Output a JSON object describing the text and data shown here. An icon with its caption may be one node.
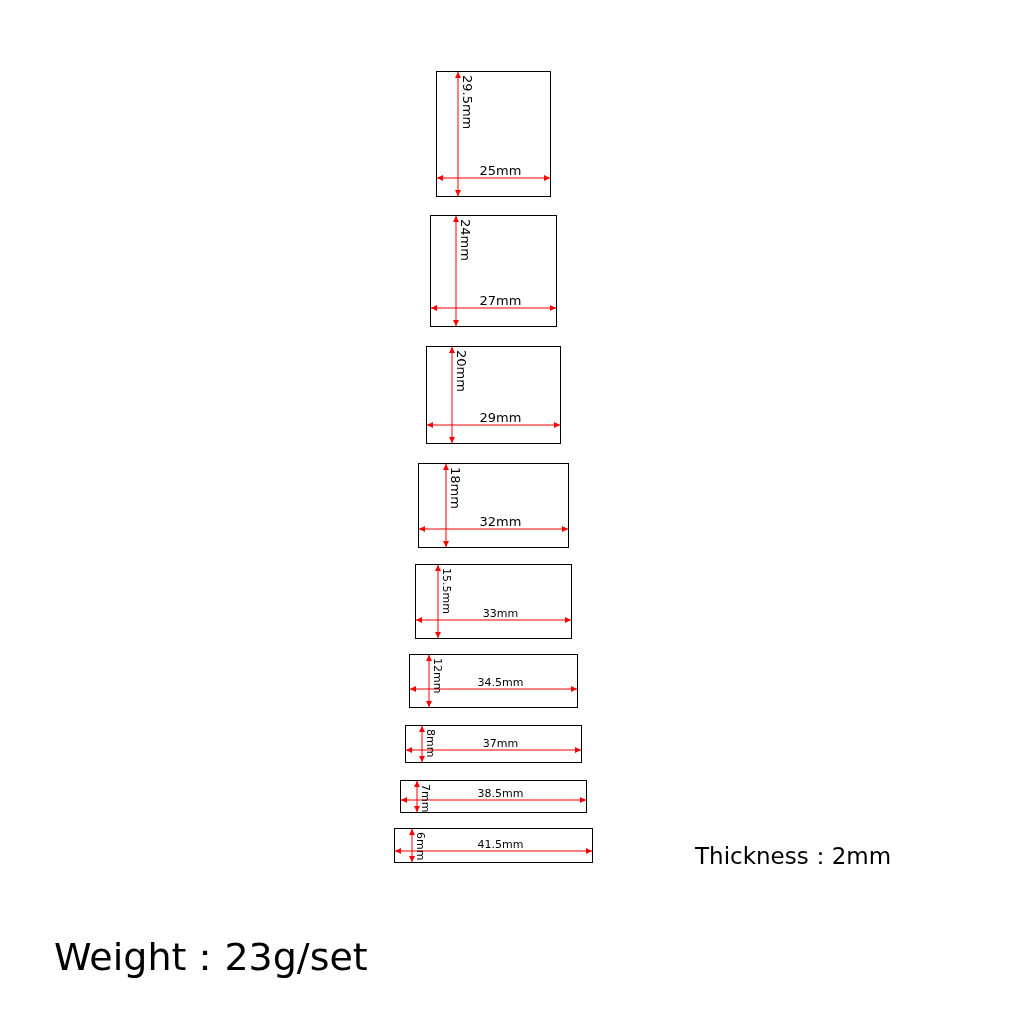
{
  "diagram": {
    "nodes": [
      {
        "text": [
          "29.5mm",
          "25mm"
        ]
      },
      {
        "text": [
          "24mm",
          "27mm"
        ]
      },
      {
        "text": [
          "20mm",
          "29mm"
        ]
      },
      {
        "text": [
          "18mm",
          "32mm"
        ]
      },
      {
        "text": [
          "15.5mm",
          "33mm"
        ]
      },
      {
        "text": [
          "12mm",
          "34.5mm"
        ]
      },
      {
        "text": [
          "8mm",
          "37mm"
        ]
      },
      {
        "text": [
          "7mm",
          "38.5mm"
        ]
      },
      {
        "text": [
          "6mm",
          "41.5mm"
        ]
      }
    ],
    "edges": [],
    "labels": [
      "Thickness：2mm",
      "Weight：23g/set"
    ]
  }
}
